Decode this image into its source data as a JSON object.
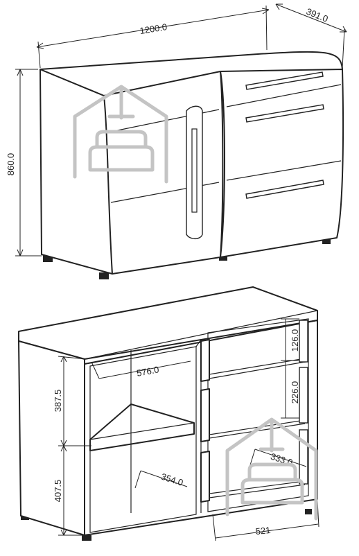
{
  "top_view": {
    "width_label": "1200.0",
    "depth_label": "391.0",
    "height_label": "860.0"
  },
  "bottom_view": {
    "upper_shelf_height_label": "387.5",
    "lower_shelf_height_label": "407.5",
    "shelf_depth_left_label": "576.0",
    "shelf_width_left_label": "354.0",
    "drawer_1_height_label": "126.0",
    "drawer_2_height_label": "226.0",
    "drawer_depth_label": "333.0",
    "drawer_width_label": "521"
  },
  "watermark": {
    "icon": "house-sofa-icon",
    "color": "#c4c4c4"
  }
}
